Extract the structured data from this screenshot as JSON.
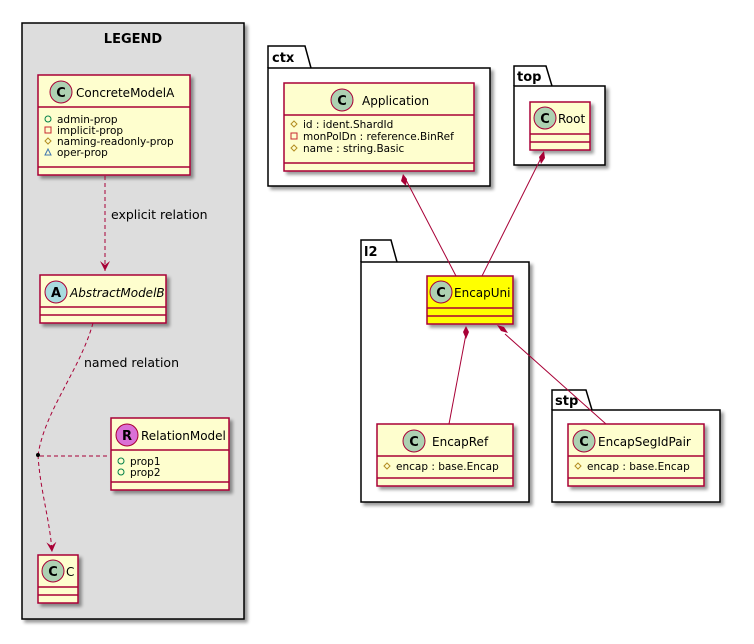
{
  "legend": {
    "title": "LEGEND",
    "concrete": {
      "name": "ConcreteModelA",
      "stereotype": "C",
      "attributes": [
        {
          "visibility": "public",
          "text": "admin-prop"
        },
        {
          "visibility": "private",
          "text": "implicit-prop"
        },
        {
          "visibility": "protected",
          "text": "naming-readonly-prop"
        },
        {
          "visibility": "package",
          "text": "oper-prop"
        }
      ]
    },
    "explicit_relation": "explicit relation",
    "abstract": {
      "name": "AbstractModelB",
      "stereotype": "A"
    },
    "named_relation": "named relation",
    "relation_model": {
      "name": "RelationModel",
      "stereotype": "R",
      "attributes": [
        {
          "visibility": "public",
          "text": "prop1"
        },
        {
          "visibility": "public",
          "text": "prop2"
        }
      ]
    },
    "c_class": {
      "name": "C",
      "stereotype": "C"
    }
  },
  "packages": {
    "ctx": {
      "label": "ctx",
      "application": {
        "name": "Application",
        "stereotype": "C",
        "attributes": [
          {
            "visibility": "protected",
            "text": "id : ident.ShardId"
          },
          {
            "visibility": "private",
            "text": "monPolDn : reference.BinRef"
          },
          {
            "visibility": "protected",
            "text": "name : string.Basic"
          }
        ]
      }
    },
    "top": {
      "label": "top",
      "root": {
        "name": "Root",
        "stereotype": "C"
      }
    },
    "l2": {
      "label": "l2",
      "encap_uni": {
        "name": "EncapUni",
        "stereotype": "C",
        "highlight": "#FFFF00"
      },
      "encap_ref": {
        "name": "EncapRef",
        "stereotype": "C",
        "attributes": [
          {
            "visibility": "protected",
            "text": "encap : base.Encap"
          }
        ]
      }
    },
    "stp": {
      "label": "stp",
      "encap_seg": {
        "name": "EncapSegIdPair",
        "stereotype": "C",
        "attributes": [
          {
            "visibility": "protected",
            "text": "encap : base.Encap"
          }
        ]
      }
    }
  },
  "colors": {
    "class_fill": "#FEFECE",
    "class_border": "#A80036",
    "highlight": "#FFFF00",
    "legend_fill": "#DDDDDD",
    "circle_c": "#ADD1B2",
    "circle_a": "#A9DCDF",
    "circle_r": "#DA70D6"
  }
}
